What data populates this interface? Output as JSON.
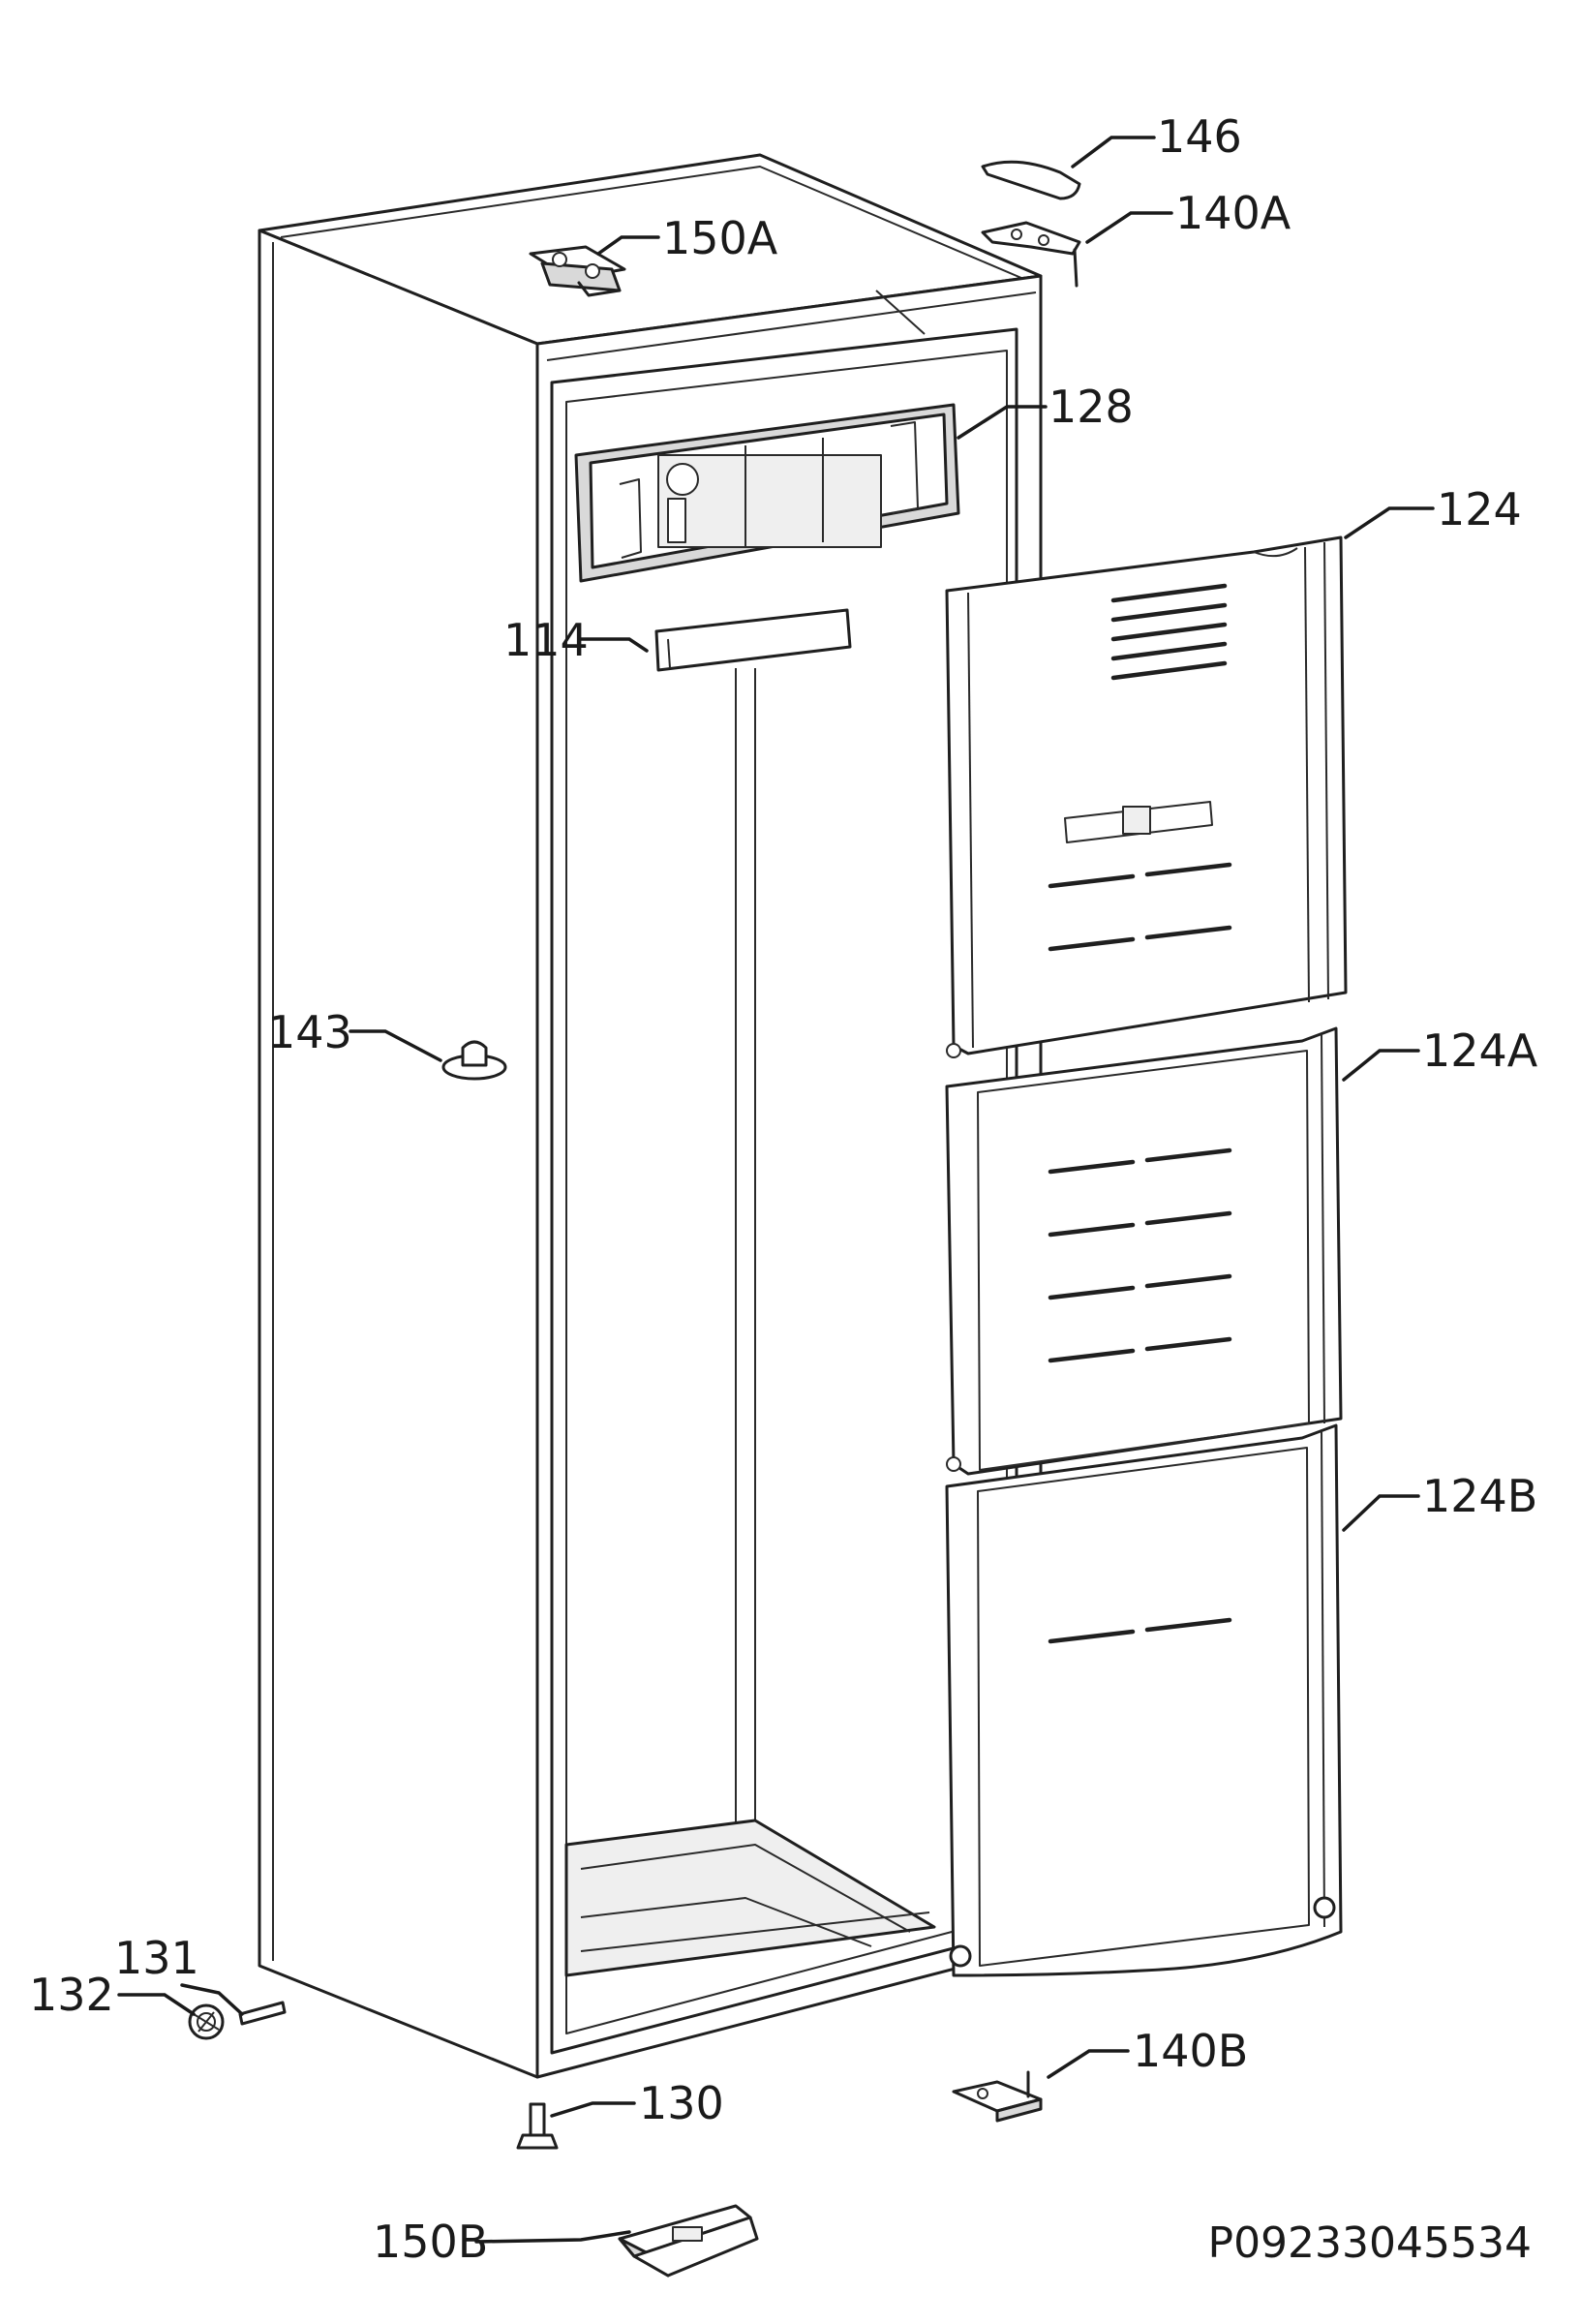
{
  "document_code": "P09233045534",
  "parts": {
    "p146": "146",
    "p140a": "140A",
    "p150a": "150A",
    "p128": "128",
    "p124": "124",
    "p114": "114",
    "p143": "143",
    "p124a": "124A",
    "p124b": "124B",
    "p131": "131",
    "p132": "132",
    "p140b": "140B",
    "p130": "130",
    "p150b": "150B"
  }
}
